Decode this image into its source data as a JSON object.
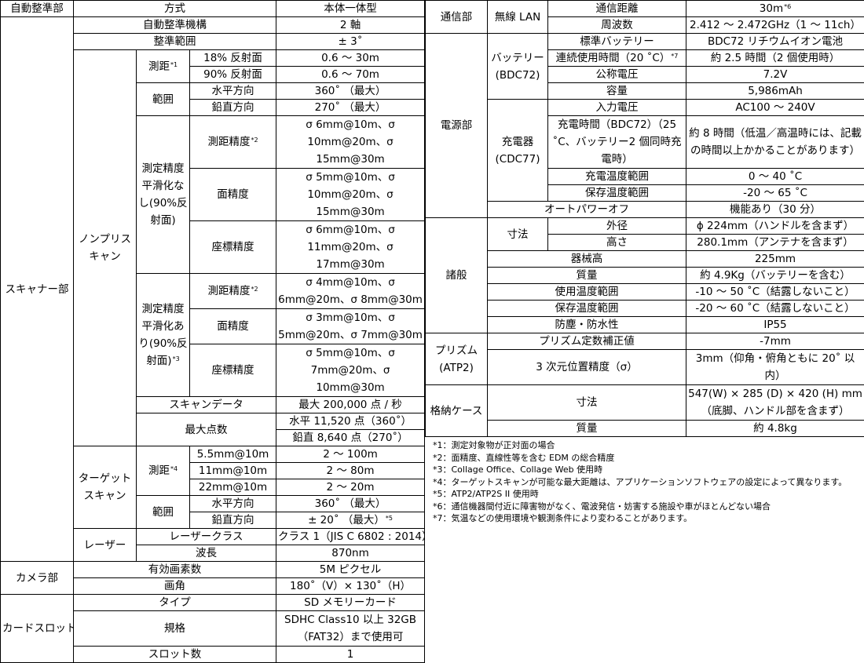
{
  "left": {
    "header": {
      "section": "自動整準部",
      "method": "方式",
      "value": "本体一体型"
    },
    "auto_level": {
      "label": "自動整準機構",
      "value": "2 軸",
      "range_label": "整準範囲",
      "range_value": "± 3˚"
    },
    "scanner": {
      "section": "スキャナー部",
      "nonprism": {
        "group": "ノンプリスキャン",
        "distance": {
          "label": "測距",
          "note": "*1",
          "r18_label": "18% 反射面",
          "r18_value": "0.6 ～ 30m",
          "r90_label": "90% 反射面",
          "r90_value": "0.6 ～ 70m"
        },
        "range": {
          "label": "範囲",
          "h_label": "水平方向",
          "h_value": "360˚ （最大）",
          "v_label": "鉛直方向",
          "v_value": "270˚ （最大）"
        },
        "acc_off": {
          "label": "測定精度平滑化なし(90%反射面)",
          "dist_label": "測距精度",
          "dist_note": "*2",
          "dist_value": "σ 6mm@10m、σ 10mm@20m、σ 15mm@30m",
          "surf_label": "面精度",
          "surf_value": "σ 5mm@10m、σ 10mm@20m、σ 15mm@30m",
          "coord_label": "座標精度",
          "coord_value": "σ 6mm@10m、σ 11mm@20m、σ 17mm@30m"
        },
        "acc_on": {
          "label": "測定精度平滑化あり(90%反射面)",
          "note": "*3",
          "dist_label": "測距精度",
          "dist_note": "*2",
          "dist_value": "σ 4mm@10m、σ 6mm@20m、σ 8mm@30m",
          "surf_label": "面精度",
          "surf_value": "σ 3mm@10m、σ 5mm@20m、σ 7mm@30m",
          "coord_label": "座標精度",
          "coord_value": "σ 5mm@10m、σ 7mm@20m、σ 10mm@30m"
        },
        "scan_data_label": "スキャンデータ",
        "scan_data_value": "最大 200,000 点 / 秒",
        "max_points_label": "最大点数",
        "max_points_h": "水平 11,520 点（360˚）",
        "max_points_v": "鉛直 8,640 点（270˚）"
      },
      "target": {
        "group": "ターゲットスキャン",
        "distance_label": "測距",
        "distance_note": "*4",
        "d1_label": "5.5mm@10m",
        "d1_value": "2 ～ 100m",
        "d2_label": "11mm@10m",
        "d2_value": "2 ～ 80m",
        "d3_label": "22mm@10m",
        "d3_value": "2 ～ 20m",
        "range_label": "範囲",
        "h_label": "水平方向",
        "h_value": "360˚ （最大）",
        "v_label": "鉛直方向",
        "v_value": "± 20˚ （最大）",
        "v_note": "*5"
      },
      "laser": {
        "group": "レーザー",
        "class_label": "レーザークラス",
        "class_value": "クラス 1（JIS C 6802 : 2014）",
        "wave_label": "波長",
        "wave_value": "870nm"
      }
    },
    "camera": {
      "section": "カメラ部",
      "pixels_label": "有効画素数",
      "pixels_value": "5M ピクセル",
      "angle_label": "画角",
      "angle_value": "180˚（V）× 130˚（H）"
    },
    "card": {
      "section": "カードスロット",
      "type_label": "タイプ",
      "type_value": "SD メモリーカード",
      "spec_label": "規格",
      "spec_value": "SDHC Class10 以上 32GB（FAT32）まで使用可",
      "count_label": "スロット数",
      "count_value": "1"
    }
  },
  "right": {
    "comm": {
      "section": "通信部",
      "sub": "無線 LAN",
      "dist_label": "通信距離",
      "dist_value": "30m",
      "dist_note": "*6",
      "freq_label": "周波数",
      "freq_value": "2.412 ～ 2.472GHz（1 ～ 11ch）"
    },
    "power": {
      "section": "電源部",
      "battery_group": "バッテリー(BDC72)",
      "std_label": "標準バッテリー",
      "std_value": "BDC72 リチウムイオン電池",
      "cont_label": "連続使用時間（20 ˚C）",
      "cont_note": "*7",
      "cont_value": "約 2.5 時間（2 個使用時）",
      "volt_label": "公称電圧",
      "volt_value": "7.2V",
      "cap_label": "容量",
      "cap_value": "5,986mAh",
      "charger_group": "充電器(CDC77)",
      "in_label": "入力電圧",
      "in_value": "AC100 ～ 240V",
      "charge_label": "充電時間（BDC72）（25 ˚C、バッテリー2 個同時充電時）",
      "charge_value": "約 8 時間（低温／高温時には、記載の時間以上かかることがあります）",
      "ctemp_label": "充電温度範囲",
      "ctemp_value": "0 ～ 40 ˚C",
      "stemp_label": "保存温度範囲",
      "stemp_value": "-20 ～ 65 ˚C",
      "auto_label": "オートパワーオフ",
      "auto_value": "機能あり（30 分）"
    },
    "general": {
      "section": "諸般",
      "dim_label": "寸法",
      "outer_label": "外径",
      "outer_value": "ϕ 224mm（ハンドルを含まず）",
      "height_label": "高さ",
      "height_value": "280.1mm（アンテナを含まず）",
      "inst_label": "器械高",
      "inst_value": "225mm",
      "mass_label": "質量",
      "mass_value": "約 4.9Kg（バッテリーを含む）",
      "use_temp_label": "使用温度範囲",
      "use_temp_value": "-10 ～ 50 ˚C（結露しないこと）",
      "store_temp_label": "保存温度範囲",
      "store_temp_value": "-20 ～ 60 ˚C（結露しないこと）",
      "ip_label": "防塵・防水性",
      "ip_value": "IP55"
    },
    "prism": {
      "section": "プリズム(ATP2)",
      "const_label": "プリズム定数補正値",
      "const_value": "-7mm",
      "pos_label": "3 次元位置精度（σ）",
      "pos_value": "3mm（仰角・俯角ともに 20˚ 以内）"
    },
    "case": {
      "section": "格納ケース",
      "dim_label": "寸法",
      "dim_value": "547(W) × 285 (D) × 420 (H) mm（底脚、ハンドル部を含まず）",
      "mass_label": "質量",
      "mass_value": "約 4.8kg"
    }
  },
  "notes": [
    "*1：測定対象物が正対面の場合",
    "*2：面精度、直線性等を含む EDM の総合精度",
    "*3：Collage Office、Collage Web 使用時",
    "*4：ターゲットスキャンが可能な最大距離は、アプリケーションソフトウェアの設定によって異なります。",
    "*5：ATP2/ATP2S II 使用時",
    "*6：通信機器間付近に障害物がなく、電波発信・妨害する施設や車がほとんどない場合",
    "*7：気温などの使用環境や観測条件により変わることがあります。"
  ]
}
